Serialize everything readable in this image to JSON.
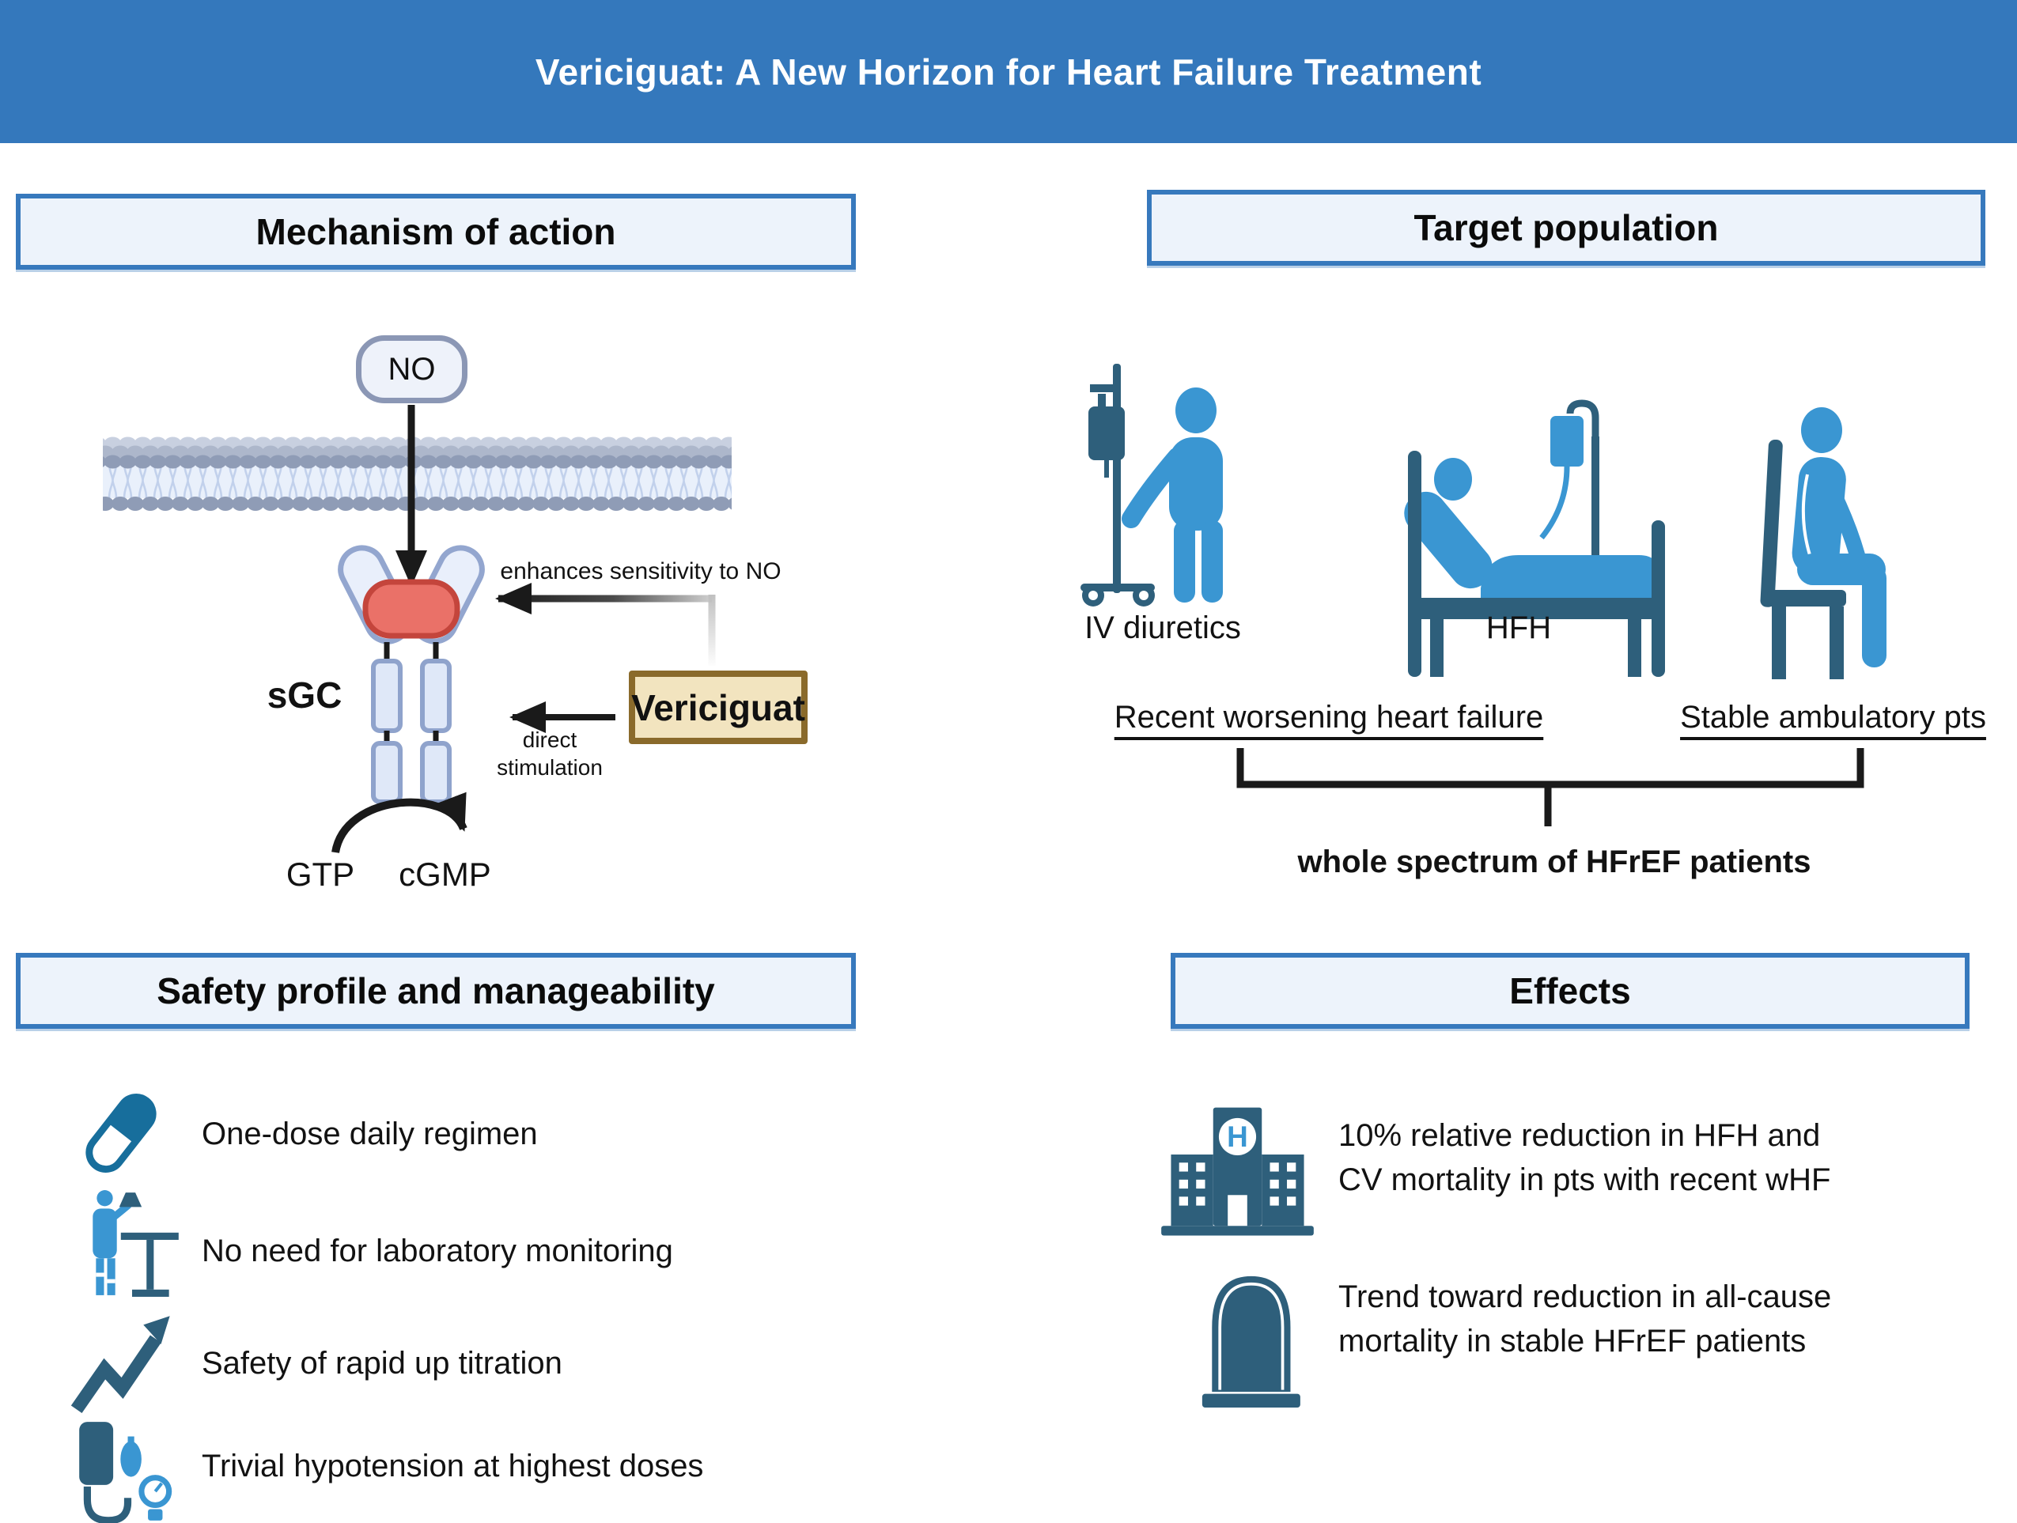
{
  "header": {
    "title": "Vericiguat: A New Horizon for Heart Failure Treatment"
  },
  "mechanism": {
    "title": "Mechanism of action",
    "no": "NO",
    "sgc": "sGC",
    "enhances": "enhances sensitivity to NO",
    "direct": "direct\nstimulation",
    "drug": "Vericiguat",
    "gtp": "GTP",
    "cgmp": "cGMP"
  },
  "target": {
    "title": "Target population",
    "iv_label": "IV diuretics",
    "hfh_label": "HFH",
    "group_left": "Recent worsening heart failure",
    "group_right": "Stable ambulatory pts",
    "summary": "whole spectrum of HFrEF patients"
  },
  "safety": {
    "title": "Safety profile and manageability",
    "items": [
      {
        "icon": "pill-icon",
        "text": "One-dose daily regimen"
      },
      {
        "icon": "lab-scientist-icon",
        "text": "No need for laboratory monitoring"
      },
      {
        "icon": "uptrend-arrow-icon",
        "text": "Safety of rapid up titration"
      },
      {
        "icon": "blood-pressure-monitor-icon",
        "text": "Trivial hypotension at highest doses"
      }
    ]
  },
  "effects": {
    "title": "Effects",
    "hospital_letter": "H",
    "items": [
      {
        "icon": "hospital-icon",
        "text": "10% relative reduction in HFH and\nCV mortality in pts with recent wHF"
      },
      {
        "icon": "tombstone-icon",
        "text": "Trend toward reduction in all-cause\nmortality in stable HFrEF patients"
      }
    ]
  },
  "colors": {
    "banner_blue": "#3478bc",
    "panel_fill": "#edf3fb",
    "panel_border": "#3779bd",
    "icon_blue": "#3a96d2",
    "icon_slate": "#2e5f7b",
    "pill_teal": "#176e9c",
    "drug_box_fill": "#f2e4bf",
    "drug_box_border": "#8a6a2b",
    "heme_red": "#ea7168",
    "membrane_head": "#8f9cb6"
  }
}
